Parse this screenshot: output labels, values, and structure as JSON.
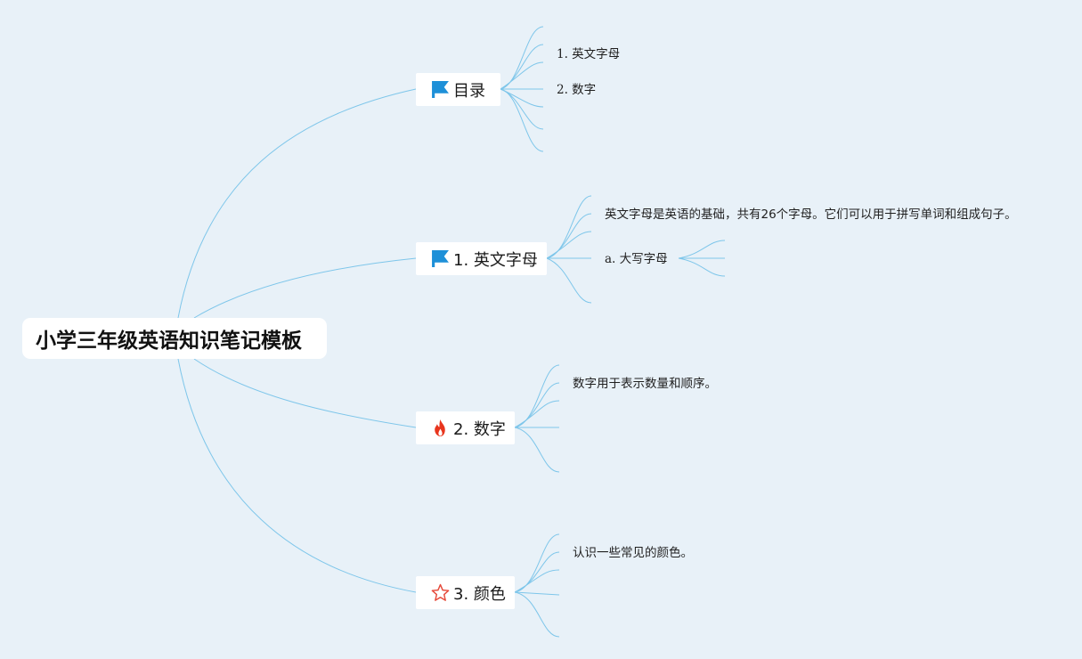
{
  "root": {
    "title": "小学三年级英语知识笔记模板"
  },
  "branches": [
    {
      "label": "目录",
      "icon": "flag-icon",
      "icon_color": "#1e90d8",
      "children": [
        "1. 英文字母",
        "2. 数字"
      ]
    },
    {
      "label": "1. 英文字母",
      "icon": "flag-icon",
      "icon_color": "#1e90d8",
      "children": [
        "英文字母是英语的基础，共有26个字母。它们可以用于拼写单词和组成句子。",
        "a. 大写字母"
      ]
    },
    {
      "label": "2. 数字",
      "icon": "fire-icon",
      "icon_color": "#e8351d",
      "children": [
        "数字用于表示数量和顺序。"
      ]
    },
    {
      "label": "3. 颜色",
      "icon": "star-icon",
      "icon_color": "#e64b3c",
      "children": [
        "认识一些常见的颜色。"
      ]
    }
  ],
  "colors": {
    "background": "#e8f1f8",
    "connector": "#7ec6ea",
    "node_fill": "#ffffff"
  }
}
